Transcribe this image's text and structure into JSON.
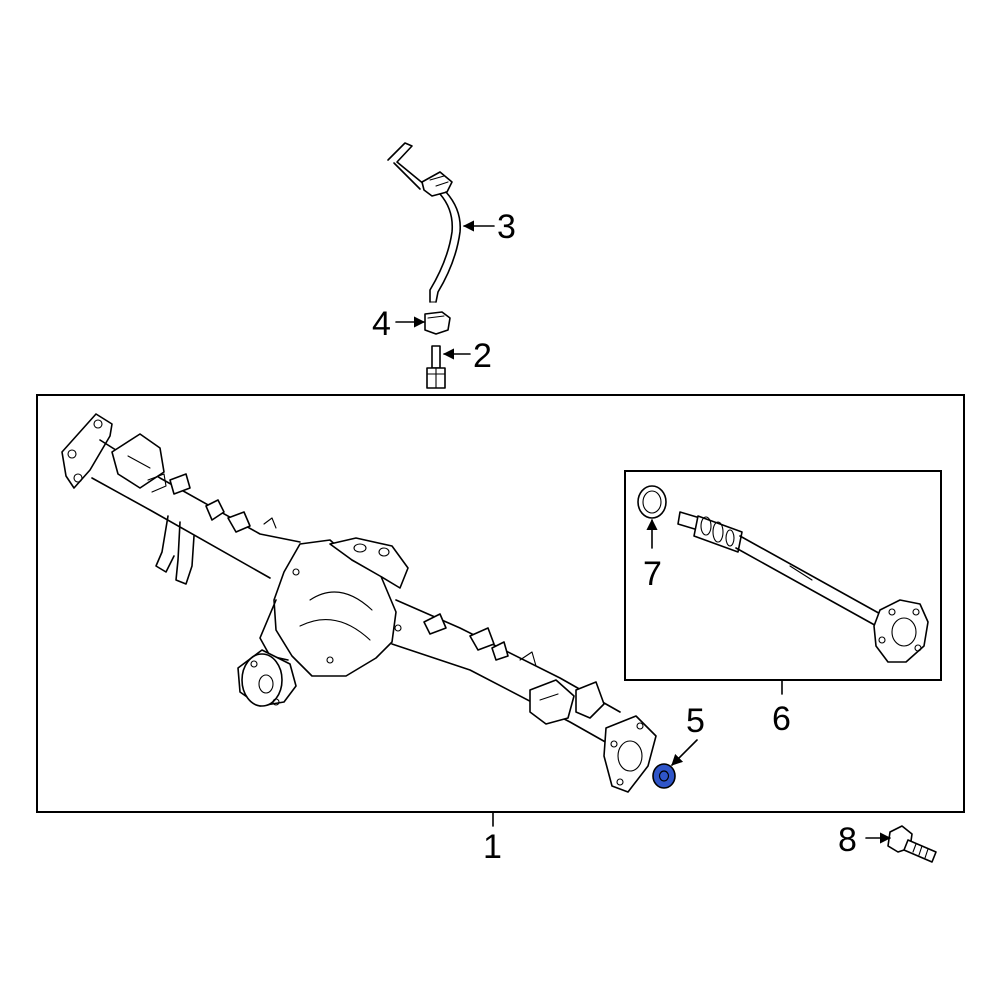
{
  "callouts": [
    {
      "id": "1",
      "label": "1"
    },
    {
      "id": "2",
      "label": "2"
    },
    {
      "id": "3",
      "label": "3"
    },
    {
      "id": "4",
      "label": "4"
    },
    {
      "id": "5",
      "label": "5"
    },
    {
      "id": "6",
      "label": "6"
    },
    {
      "id": "7",
      "label": "7"
    },
    {
      "id": "8",
      "label": "8"
    }
  ],
  "highlight": {
    "part": "5",
    "color": "#2f55c8"
  }
}
